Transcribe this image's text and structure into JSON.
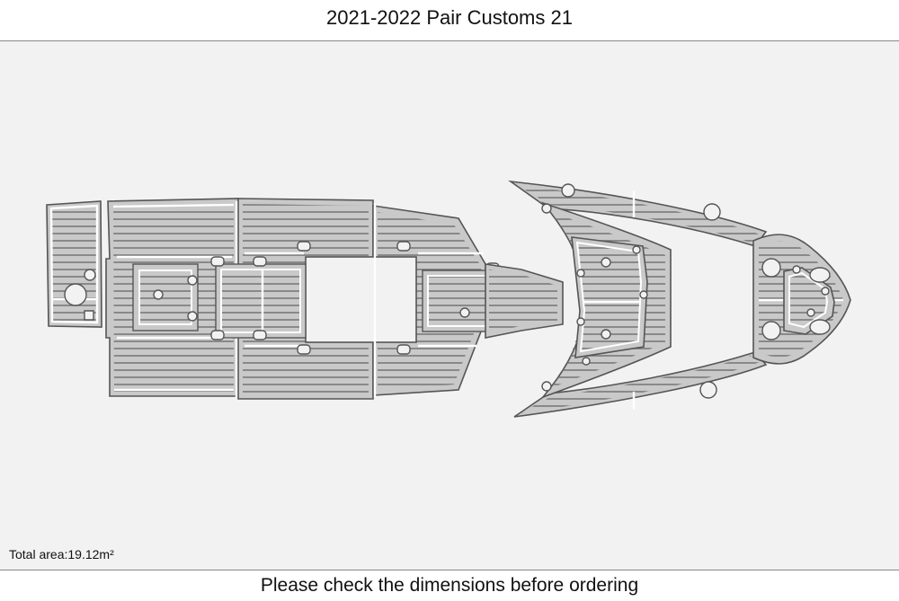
{
  "header": {
    "title": "2021-2022 Pair Customs 21"
  },
  "info": {
    "total_area": "Total area:19.12m²"
  },
  "footer": {
    "note": "Please check the dimensions before ordering"
  },
  "colors": {
    "background": "#f2f2f2",
    "pad_fill": "#c9c9c9",
    "groove": "#6d6d6d",
    "outline": "#555555"
  }
}
